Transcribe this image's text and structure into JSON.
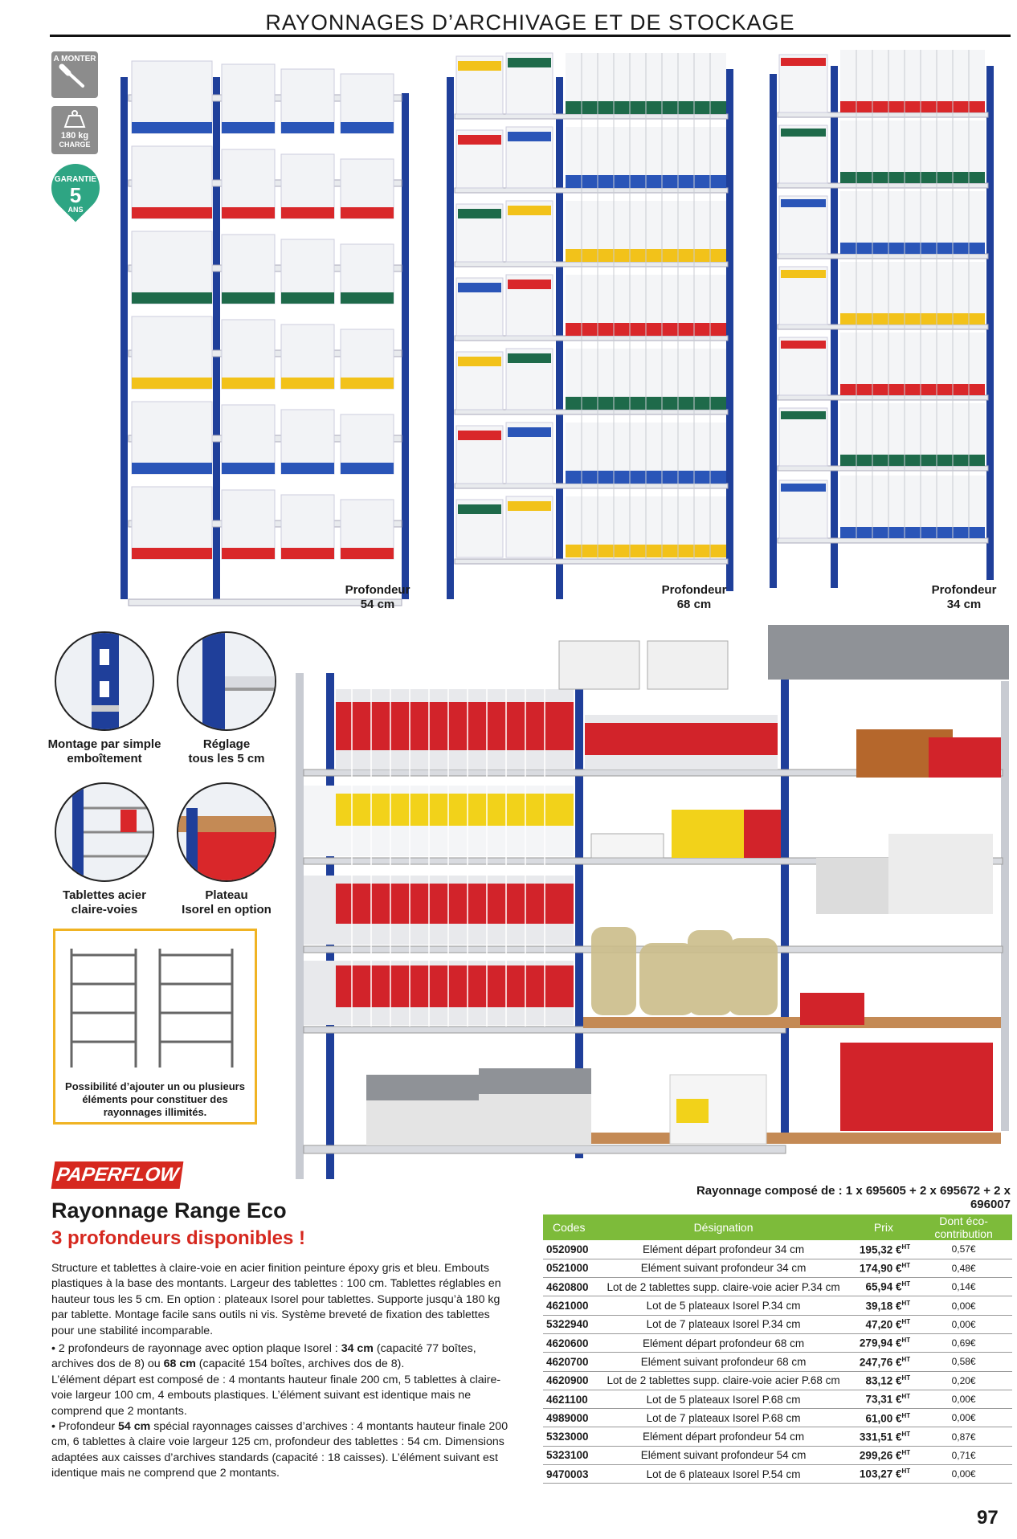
{
  "header": {
    "title": "RAYONNAGES D’ARCHIVAGE ET DE STOCKAGE"
  },
  "badges": {
    "mount": "A MONTER",
    "load_value": "180 kg",
    "load_label": "CHARGE",
    "warranty_top": "GARANTIE",
    "warranty_years": "5",
    "warranty_unit": "ANS"
  },
  "shelves": [
    {
      "line1": "Profondeur",
      "line2": "54 cm"
    },
    {
      "line1": "Profondeur",
      "line2": "68 cm"
    },
    {
      "line1": "Profondeur",
      "line2": "34 cm"
    }
  ],
  "details": [
    {
      "line1": "Montage par simple",
      "line2": "emboîtement"
    },
    {
      "line1": "Réglage",
      "line2": "tous les 5 cm"
    },
    {
      "line1": "Tablettes acier",
      "line2": "claire-voies"
    },
    {
      "line1": "Plateau",
      "line2": "Isorel en option"
    }
  ],
  "add_box": {
    "line1": "Possibilité d’ajouter un ou plusieurs",
    "line2": "éléments pour constituer des",
    "line3": "rayonnages illimités."
  },
  "brand": "PAPERFLOW",
  "product": {
    "title": "Rayonnage Range Eco",
    "subtitle": "3 profondeurs disponibles !",
    "p1": "Structure et tablettes à claire-voie en acier finition peinture époxy gris et bleu. Embouts plastiques à la base des montants. Largeur des tablettes : 100 cm. Tablettes réglables en hauteur tous les 5 cm. En option : plateaux Isorel pour tablettes. Supporte jusqu’à 180 kg par tablette. Montage facile sans outils ni vis. Système breveté de fixation des tablettes pour une stabilité incomparable.",
    "p2a": "• 2 profondeurs de rayonnage avec option plaque Isorel : ",
    "p2b": "34 cm",
    "p2c": " (capacité 77 boîtes, archives dos de 8) ou ",
    "p2d": "68 cm",
    "p2e": " (capacité 154 boîtes, archives dos de 8).",
    "p3": "L’élément départ est composé de : 4 montants hauteur finale 200 cm, 5 tablettes à claire-voie largeur 100 cm, 4 embouts plastiques. L’élément suivant est identique mais ne comprend que 2 montants.",
    "p4a": "• Profondeur ",
    "p4b": "54 cm",
    "p4c": " spécial rayonnages caisses d’archives : 4 montants hauteur finale 200 cm, 6 tablettes à claire voie largeur 125 cm, profondeur des tablettes : 54 cm. Dimensions adaptées aux caisses d’archives standards (capacité : 18 caisses). L’élément suivant est identique mais ne comprend que 2 montants."
  },
  "composed": "Rayonnage composé de : 1 x 695605 + 2 x 695672 + 2 x 696007",
  "table": {
    "headers": [
      "Codes",
      "Désignation",
      "Prix",
      "Dont éco-contribution"
    ],
    "ht": "HT",
    "rows": [
      {
        "code": "0520900",
        "desig": "Elément départ profondeur 34 cm",
        "price": "195,32 €",
        "eco": "0,57€"
      },
      {
        "code": "0521000",
        "desig": "Elément suivant profondeur 34 cm",
        "price": "174,90 €",
        "eco": "0,48€"
      },
      {
        "code": "4620800",
        "desig": "Lot de 2 tablettes supp. claire-voie acier P.34 cm",
        "price": "65,94 €",
        "eco": "0,14€"
      },
      {
        "code": "4621000",
        "desig": "Lot de 5 plateaux Isorel P.34 cm",
        "price": "39,18 €",
        "eco": "0,00€"
      },
      {
        "code": "5322940",
        "desig": "Lot de 7 plateaux Isorel P.34 cm",
        "price": "47,20 €",
        "eco": "0,00€"
      },
      {
        "code": "4620600",
        "desig": "Elément départ profondeur 68 cm",
        "price": "279,94 €",
        "eco": "0,69€"
      },
      {
        "code": "4620700",
        "desig": "Elément suivant profondeur 68 cm",
        "price": "247,76 €",
        "eco": "0,58€"
      },
      {
        "code": "4620900",
        "desig": "Lot de 2 tablettes supp. claire-voie acier P.68 cm",
        "price": "83,12 €",
        "eco": "0,20€"
      },
      {
        "code": "4621100",
        "desig": "Lot de 5 plateaux Isorel P.68 cm",
        "price": "73,31 €",
        "eco": "0,00€"
      },
      {
        "code": "4989000",
        "desig": "Lot de 7 plateaux Isorel P.68 cm",
        "price": "61,00 €",
        "eco": "0,00€"
      },
      {
        "code": "5323000",
        "desig": "Elément départ profondeur 54 cm",
        "price": "331,51 €",
        "eco": "0,87€"
      },
      {
        "code": "5323100",
        "desig": "Elément suivant profondeur 54 cm",
        "price": "299,26 €",
        "eco": "0,71€"
      },
      {
        "code": "9470003",
        "desig": "Lot de 6 plateaux Isorel P.54 cm",
        "price": "103,27 €",
        "eco": "0,00€"
      }
    ]
  },
  "page_number": "97",
  "colors": {
    "accent_green": "#7dbb3a",
    "accent_red": "#d6281f",
    "frame_blue": "#1f3f9a",
    "warranty_green": "#2ea583"
  }
}
